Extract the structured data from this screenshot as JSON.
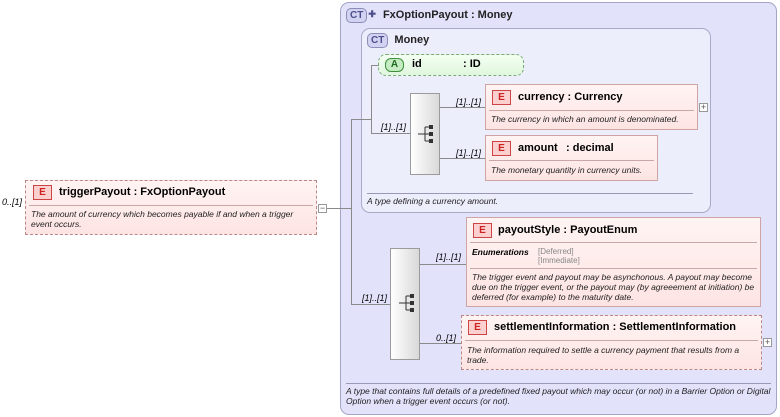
{
  "root": {
    "cardinality": "0..[1]",
    "badge": "E",
    "title": "triggerPayout : FxOptionPayout",
    "doc": "The amount of currency which becomes payable if and when a trigger event occurs.",
    "toggle": "−"
  },
  "outer_type": {
    "badge": "CT",
    "title": "FxOptionPayout : Money",
    "doc": "A type that contains full details of a predefined fixed payout which may occur (or not) in a Barrier Option or Digital Option when a trigger event occurs (or not)."
  },
  "inner_type": {
    "badge": "CT",
    "title": "Money",
    "doc": "A type defining a currency amount.",
    "attribute": {
      "badge": "A",
      "name": "id",
      "type": ": ID"
    },
    "sequence_cardinality": "[1]..[1]",
    "currency": {
      "cardinality": "[1]..[1]",
      "badge": "E",
      "title": "currency : Currency",
      "doc": "The currency in which an amount is denominated.",
      "expand": "+"
    },
    "amount": {
      "cardinality": "[1]..[1]",
      "badge": "E",
      "name": "amount",
      "type": ": decimal",
      "doc": "The monetary quantity in currency units."
    }
  },
  "outer_sequence_cardinality": "[1]..[1]",
  "payout_style": {
    "cardinality": "[1]..[1]",
    "badge": "E",
    "title": "payoutStyle : PayoutEnum",
    "enum_label": "Enumerations",
    "enum_values": [
      "[Deferred]",
      "[Immediate]"
    ],
    "doc": "The trigger event and payout may be asynchonous. A payout may become due on the trigger event, or the payout may (by agreeement at initiation) be deferred (for example) to the maturity date."
  },
  "settlement": {
    "cardinality": "0..[1]",
    "badge": "E",
    "title": "settlementInformation : SettlementInformation",
    "doc": "The information required to settle a currency payment that results from a trade.",
    "expand": "+"
  },
  "colors": {
    "ct_background": "#e2e3fb",
    "element_background": "#fde4e3",
    "attribute_background": "#e0f6dd",
    "element_badge": "#fbd0cf"
  }
}
